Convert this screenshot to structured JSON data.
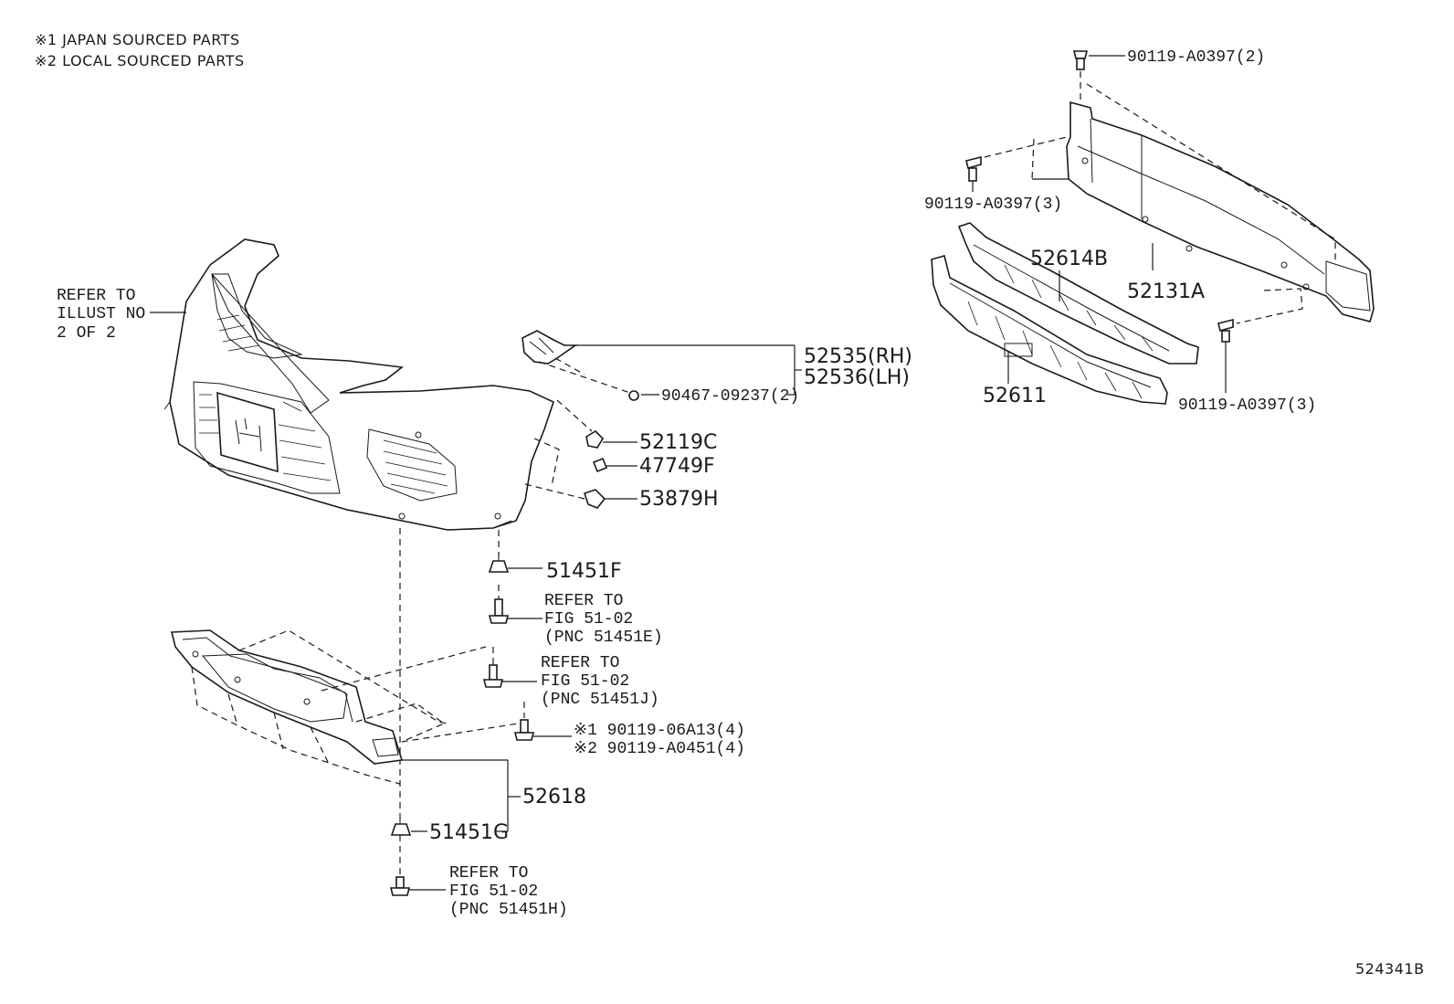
{
  "notes": {
    "note1": "※1 JAPAN SOURCED PARTS",
    "note2": "※2 LOCAL SOURCED PARTS"
  },
  "refer_illust": [
    "REFER TO",
    "ILLUST NO",
    "2 OF 2"
  ],
  "parts": {
    "p52535": "52535(RH)",
    "p52536": "52536(LH)",
    "p90467": "90467-09237(2)",
    "p52119C": "52119C",
    "p47749F": "47749F",
    "p53879H": "53879H",
    "p51451F": "51451F",
    "p52618": "52618",
    "p51451G": "51451G",
    "p90119_06A13": "※1 90119-06A13(4)",
    "p90119_A0451": "※2 90119-A0451(4)",
    "p90119_top": "90119-A0397(2)",
    "p90119_left": "90119-A0397(3)",
    "p90119_right": "90119-A0397(3)",
    "p52614B": "52614B",
    "p52131A": "52131A",
    "p52611": "52611"
  },
  "refer_fig_e": [
    "REFER TO",
    "FIG 51-02",
    "(PNC 51451E)"
  ],
  "refer_fig_j": [
    "REFER TO",
    "FIG 51-02",
    "(PNC 51451J)"
  ],
  "refer_fig_h": [
    "REFER TO",
    "FIG 51-02",
    "(PNC 51451H)"
  ],
  "figure_id": "524341B"
}
